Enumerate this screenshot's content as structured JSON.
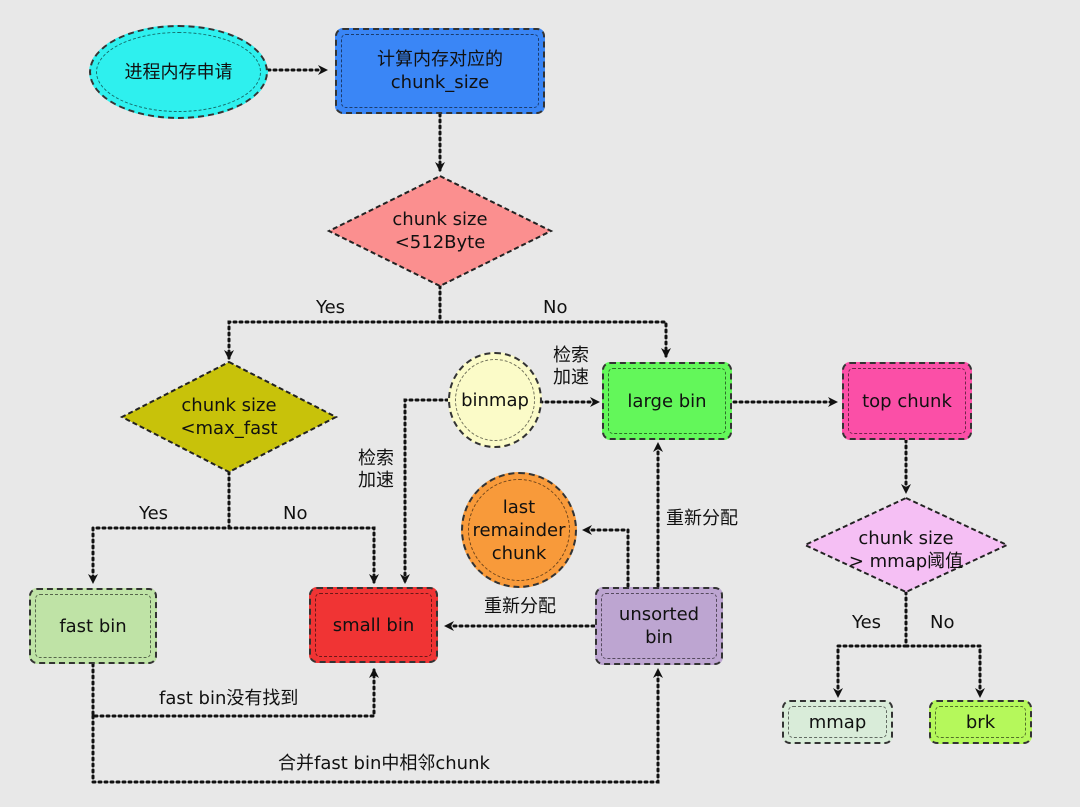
{
  "colors": {
    "start": "#2ef0ee",
    "compute": "#3a86f6",
    "decision_size": "#fb8f8f",
    "decision_fast": "#c8c20a",
    "decision_mmap": "#f5bff4",
    "fast_bin": "#bfe3a6",
    "small_bin": "#f03434",
    "large_bin": "#63f75a",
    "top_chunk": "#fb4fa7",
    "binmap": "#fbfbc8",
    "last_remainder": "#f89a3a",
    "unsorted_bin": "#bda5d1",
    "mmap": "#d9ecd9",
    "brk": "#b5f85b"
  },
  "nodes": {
    "start": "进程内存申请",
    "compute": "计算内存对应的\nchunk_size",
    "decision_size": "chunk size\n<512Byte",
    "decision_fast": "chunk size\n<max_fast",
    "decision_mmap": "chunk size\n> mmap阈值",
    "fast_bin": "fast bin",
    "small_bin": "small bin",
    "large_bin": "large bin",
    "top_chunk": "top chunk",
    "binmap": "binmap",
    "last_remainder": "last\nremainder\nchunk",
    "unsorted_bin": "unsorted\nbin",
    "mmap": "mmap",
    "brk": "brk"
  },
  "labels": {
    "size_yes": "Yes",
    "size_no": "No",
    "fast_yes": "Yes",
    "fast_no": "No",
    "mmap_yes": "Yes",
    "mmap_no": "No",
    "binmap_large": "检索\n加速",
    "binmap_small": "检索\n加速",
    "unsorted_to_large": "重新分配",
    "unsorted_to_small": "重新分配",
    "fast_not_found": "fast bin没有找到",
    "merge_fast": "合并fast bin中相邻chunk"
  }
}
